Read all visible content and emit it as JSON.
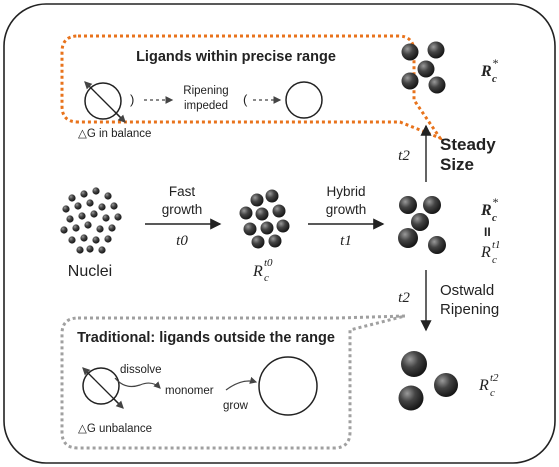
{
  "top_callout": {
    "title": "Ligands within precise range",
    "delta_g": "△G in balance",
    "ripening": "Ripening",
    "impeded": "impeded"
  },
  "bottom_callout": {
    "title": "Traditional: ligands outside the range",
    "dissolve": "dissolve",
    "monomer": "monomer",
    "grow": "grow",
    "delta_g": "△G unbalance"
  },
  "stages": {
    "nuclei": "Nuclei",
    "fast_growth_1": "Fast",
    "fast_growth_2": "growth",
    "t0": "t0",
    "hybrid_growth_1": "Hybrid",
    "hybrid_growth_2": "growth",
    "t1": "t1",
    "rc_t0_main": "R",
    "rc_t0_sub": "c",
    "rc_t0_sup": "t0"
  },
  "right_column": {
    "top_R": "R",
    "top_sub": "c",
    "top_sup": "*",
    "steady_1": "Steady",
    "steady_2": "Size",
    "t2_top": "t2",
    "mid_R": "R",
    "mid_sub": "c",
    "mid_sup": "*",
    "equals": "II",
    "mid_R2": "R",
    "mid_sub2": "c",
    "mid_sup2": "t1",
    "t2_bottom": "t2",
    "ostwald_1": "Ostwald",
    "ostwald_2": "Ripening",
    "bot_R": "R",
    "bot_sub": "c",
    "bot_sup": "t2"
  },
  "colors": {
    "orange": "#e8731c",
    "gray": "#a0a0a0",
    "sphere": "#3a3a3a"
  }
}
